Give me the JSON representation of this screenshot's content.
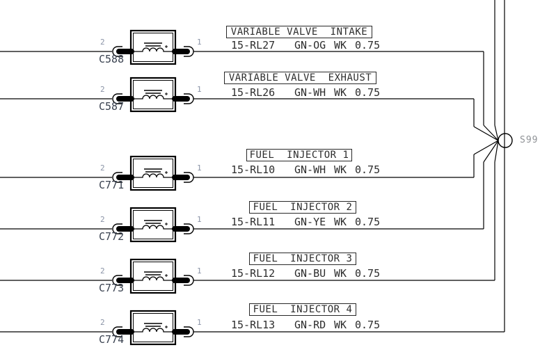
{
  "splice": {
    "label": "S99"
  },
  "colors": {
    "line": "#000000",
    "text": "#2d2d2d",
    "connector_label": "#3a4250",
    "pin_label": "#8a93a6",
    "splice_label": "#8f9296"
  },
  "rows": [
    {
      "component_label": "VARIABLE VALVE  INTAKE",
      "circuit": "15-RL27",
      "wire_color": "GN-OG",
      "gauge_label": "WK",
      "gauge_size": "0.75",
      "connector": "C588",
      "pin_left": "2",
      "pin_right": "1"
    },
    {
      "component_label": "VARIABLE VALVE  EXHAUST",
      "circuit": "15-RL26",
      "wire_color": "GN-WH",
      "gauge_label": "WK",
      "gauge_size": "0.75",
      "connector": "C587",
      "pin_left": "2",
      "pin_right": "1"
    },
    {
      "component_label": "FUEL  INJECTOR 1",
      "circuit": "15-RL10",
      "wire_color": "GN-WH",
      "gauge_label": "WK",
      "gauge_size": "0.75",
      "connector": "C771",
      "pin_left": "2",
      "pin_right": "1"
    },
    {
      "component_label": "FUEL  INJECTOR 2",
      "circuit": "15-RL11",
      "wire_color": "GN-YE",
      "gauge_label": "WK",
      "gauge_size": "0.75",
      "connector": "C772",
      "pin_left": "2",
      "pin_right": "1"
    },
    {
      "component_label": "FUEL  INJECTOR 3",
      "circuit": "15-RL12",
      "wire_color": "GN-BU",
      "gauge_label": "WK",
      "gauge_size": "0.75",
      "connector": "C773",
      "pin_left": "2",
      "pin_right": "1"
    },
    {
      "component_label": "FUEL  INJECTOR 4",
      "circuit": "15-RL13",
      "wire_color": "GN-RD",
      "gauge_label": "WK",
      "gauge_size": "0.75",
      "connector": "C774",
      "pin_left": "2",
      "pin_right": "1"
    }
  ]
}
